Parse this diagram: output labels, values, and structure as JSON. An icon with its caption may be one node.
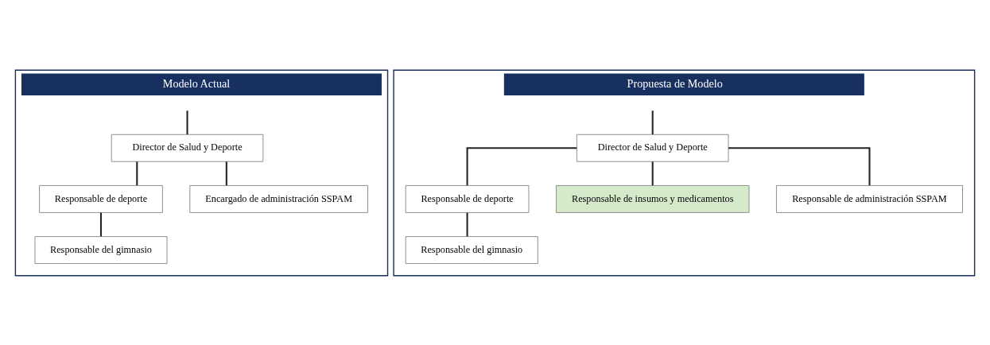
{
  "diagram": {
    "nodes": [
      {
        "text": [
          "Modelo Actual"
        ]
      },
      {
        "text": [
          "Director de Salud y Deporte"
        ],
        "in": 0
      },
      {
        "text": [
          "Responsable de deporte"
        ],
        "in": 0
      },
      {
        "text": [
          "Encargado de administración SSPAM"
        ],
        "in": 0
      },
      {
        "text": [
          "Responsable del gimnasio"
        ],
        "in": 0
      },
      {
        "text": [
          "Propuesta de Modelo"
        ]
      },
      {
        "text": [
          "Director de Salud y Deporte"
        ],
        "in": 5
      },
      {
        "text": [
          "Responsable de deporte"
        ],
        "in": 5
      },
      {
        "text": [
          "Responsable del gimnasio"
        ],
        "in": 5
      },
      {
        "text": [
          "Responsable de insumos y medicamentos"
        ],
        "in": 5
      },
      {
        "text": [
          "Responsable de administración SSPAM"
        ],
        "in": 5
      }
    ],
    "edges": [
      {
        "from": null,
        "to": 1,
        "arrow": "none"
      },
      {
        "from": 1,
        "to": 2,
        "arrow": "none"
      },
      {
        "from": 1,
        "to": 3,
        "arrow": "none"
      },
      {
        "from": 2,
        "to": 4,
        "arrow": "none"
      },
      {
        "from": null,
        "to": 6,
        "arrow": "none"
      },
      {
        "from": 6,
        "to": 7,
        "arrow": "none"
      },
      {
        "from": 6,
        "to": 9,
        "arrow": "none"
      },
      {
        "from": 6,
        "to": 10,
        "arrow": "none"
      },
      {
        "from": 7,
        "to": 8,
        "arrow": "none"
      }
    ]
  }
}
